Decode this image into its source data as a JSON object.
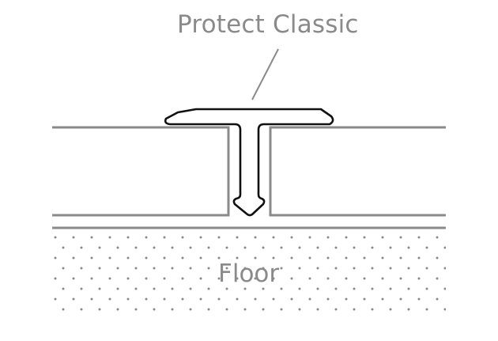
{
  "diagram": {
    "title": "Protect Classic",
    "floor_label": "Floor",
    "colors": {
      "board_line": "#8a8a8a",
      "profile_outline": "#111111",
      "leader_line": "#8a8a8a",
      "dots": "#8a8a8a",
      "text": "#8a8a8a",
      "background": "#ffffff"
    },
    "parts": [
      {
        "name": "left-board",
        "role": "floor covering panel"
      },
      {
        "name": "right-board",
        "role": "floor covering panel"
      },
      {
        "name": "t-profile",
        "role": "transition profile (Protect Classic)"
      },
      {
        "name": "subfloor",
        "role": "floor, dotted fill"
      }
    ]
  }
}
